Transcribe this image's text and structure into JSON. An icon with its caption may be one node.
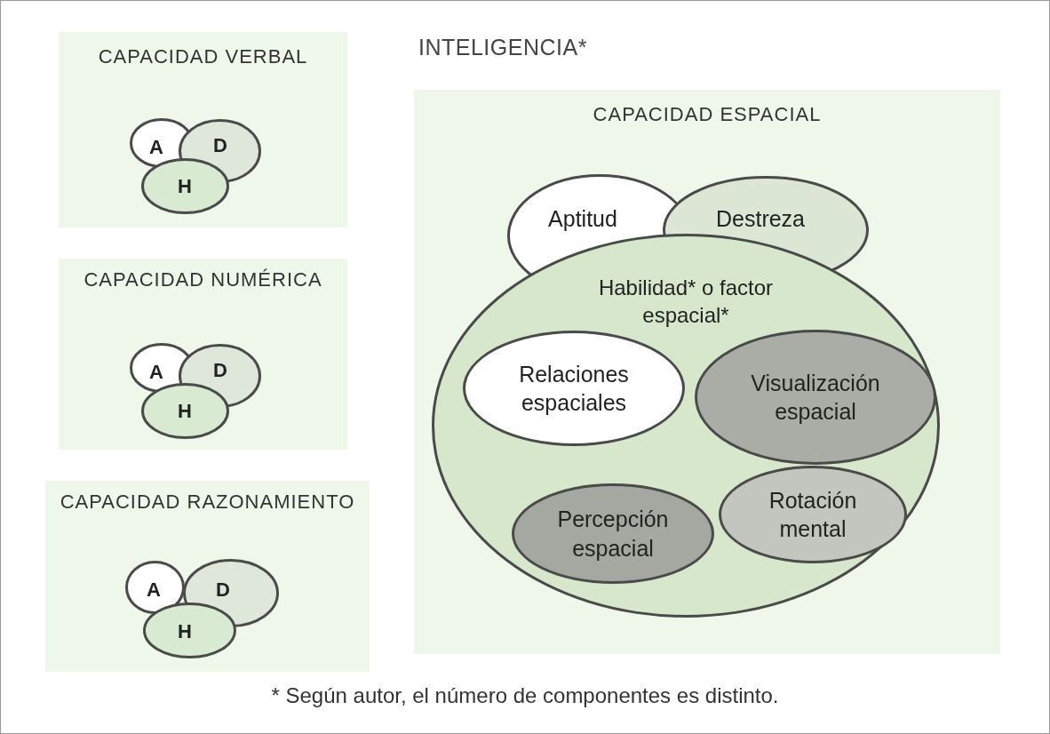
{
  "diagram": {
    "title": "INTELIGENCIA*",
    "caption": "* Según autor, el número de componentes es distinto.",
    "nodes": [
      {
        "text": [
          "CAPACIDAD VERBAL"
        ]
      },
      {
        "text": [
          "A"
        ],
        "in": 0
      },
      {
        "text": [
          "D"
        ],
        "in": 0
      },
      {
        "text": [
          "H"
        ],
        "in": 0
      },
      {
        "text": [
          "CAPACIDAD NUMÉRICA"
        ]
      },
      {
        "text": [
          "A"
        ],
        "in": 4
      },
      {
        "text": [
          "D"
        ],
        "in": 4
      },
      {
        "text": [
          "H"
        ],
        "in": 4
      },
      {
        "text": [
          "CAPACIDAD RAZONAMIENTO"
        ]
      },
      {
        "text": [
          "A"
        ],
        "in": 8
      },
      {
        "text": [
          "D"
        ],
        "in": 8
      },
      {
        "text": [
          "H"
        ],
        "in": 8
      },
      {
        "text": [
          "CAPACIDAD ESPACIAL"
        ]
      },
      {
        "text": [
          "Aptitud"
        ],
        "in": 12
      },
      {
        "text": [
          "Destreza"
        ],
        "in": 12
      },
      {
        "text": [
          "Habilidad* o factor espacial*"
        ],
        "in": 12
      },
      {
        "text": [
          "Relaciones espaciales"
        ],
        "in": 15
      },
      {
        "text": [
          "Visualización espacial"
        ],
        "in": 15
      },
      {
        "text": [
          "Percepción espacial"
        ],
        "in": 15
      },
      {
        "text": [
          "Rotación mental"
        ],
        "in": 15
      }
    ]
  }
}
